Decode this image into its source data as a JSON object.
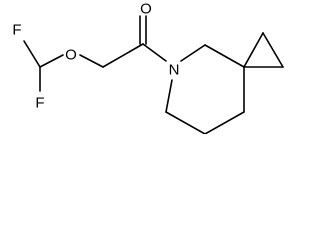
{
  "molecule": {
    "atoms": {
      "fluorine_top": "F",
      "fluorine_bottom": "F",
      "ether_oxygen": "O",
      "carbonyl_oxygen": "O",
      "ring_nitrogen": "N"
    }
  }
}
